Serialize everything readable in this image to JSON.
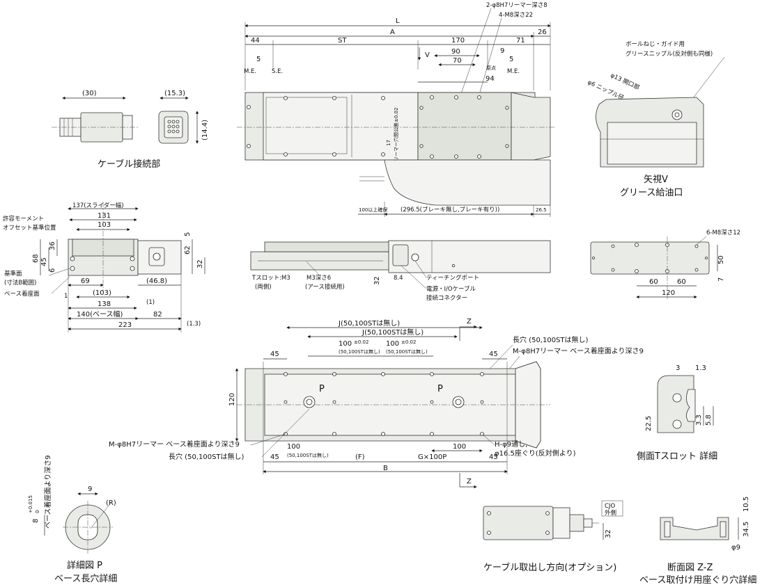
{
  "top_view": {
    "dims": {
      "L": "L",
      "A": "A",
      "d26": "26",
      "d44": "44",
      "ST": "ST",
      "d170": "170",
      "d71": "71",
      "d90": "90",
      "d70": "70",
      "d94": "94",
      "d5a": "5",
      "d9": "9",
      "d5b": "5",
      "d17": "17",
      "d100": "100以上確保",
      "d296": "(296.5(ブレーキ無し,ブレーキ有り))",
      "d26_5": "26.5"
    },
    "labels": {
      "me_left": "M.E.",
      "se": "S.E.",
      "v": "V",
      "origin": "原点",
      "me_right": "M.E.",
      "reamer": "2-φ8H7リーマー深さ8",
      "m8": "4-M8深さ22",
      "tol_note": "リーマー穴間公差±0.02"
    }
  },
  "cable_connector": {
    "caption": "ケーブル接続部",
    "d30": "(30)",
    "d15_3": "(15.3)",
    "d14_4": "(14.4)"
  },
  "view_v": {
    "title": "矢視V",
    "subtitle": "グリース給油口",
    "note1": "ボールねじ・ガイド用",
    "note2": "グリースニップル(反対側も同様)",
    "note3": "φ13 開口部",
    "note4": "φ6 ニップル径"
  },
  "end_view": {
    "d137": "137(スライダー幅)",
    "d131": "131",
    "d103": "103",
    "d69": "69",
    "d103b": "(103)",
    "d138": "138",
    "d140": "140(ベース幅)",
    "d223": "223",
    "d1": "(1)",
    "d82": "82",
    "d46_8": "(46.8)",
    "d1_3": "(1.3)",
    "d1b": "1",
    "d68": "68",
    "d36": "36",
    "d45": "45",
    "d6": "6",
    "d5": "5",
    "d62": "62",
    "d32": "32",
    "moment": "許容モーメント",
    "offset": "オフセット基準位置",
    "ref": "基準面",
    "ref2": "(寸法B範囲)",
    "base": "ベース着座面"
  },
  "side_view": {
    "tslot": "Tスロット:M3",
    "both": "(両側)",
    "m3": "M3深さ6",
    "earth": "(アース接続用)",
    "d32": "32",
    "d8_4": "8.4",
    "teaching": "ティーチングポート",
    "power": "電源・I/Oケーブル",
    "power2": "接続コネクター"
  },
  "slider_top": {
    "m8": "6-M8深さ12",
    "d50": "50",
    "d7": "7",
    "d60a": "60",
    "d60b": "60",
    "d120": "120"
  },
  "bottom_view": {
    "j1": "J(50,100STは無し)",
    "j2": "J(50,100STは無し)",
    "d100a": "100",
    "tol_a": "±0.02",
    "note_a": "(50,100STは無し)",
    "d100b": "100",
    "tol_b": "±0.02",
    "note_b": "(50,100STは無し)",
    "d45a": "45",
    "d45b": "45",
    "d120": "120",
    "p1": "P",
    "p2": "P",
    "z": "Z",
    "slot": "長穴 (50,100STは無し)",
    "mreamer": "M-φ8H7リーマー ベース着座面より深さ9",
    "mreamer2": "M-φ8H7リーマー ベース着座面より深さ9",
    "slot2": "長穴 (50,100STは無し)",
    "d100c": "100",
    "note_c": "(50,100STは無し)",
    "d45c": "45",
    "f": "(F)",
    "gp": "G×100P",
    "d45d": "45",
    "d100d": "100",
    "b": "B",
    "h1": "H-φ9通し,",
    "h2": "φ16.5座ぐり(反対側より)"
  },
  "tslot_detail": {
    "caption": "側面Tスロット 詳細",
    "d3": "3",
    "d1_3": "1.3",
    "d22_5": "22.5",
    "d3_3": "3.3",
    "d5_8": "5.8"
  },
  "detail_p": {
    "title": "詳細図 P",
    "subtitle": "ベース長穴詳細",
    "d8": "8",
    "tol": "+0.015",
    "tol0": "0",
    "depth": "ベース着座面より深さ9",
    "d9": "9",
    "r": "(R)"
  },
  "cable_option": {
    "caption": "ケーブル取出し方向(オプション)",
    "cjo": "CJO",
    "side": "外側",
    "d32": "32"
  },
  "section_zz": {
    "title": "断面図 Z-Z",
    "subtitle": "ベース取付け用座ぐり穴詳細",
    "d10_5": "10.5",
    "d34_5": "34.5",
    "d9": "φ9"
  }
}
